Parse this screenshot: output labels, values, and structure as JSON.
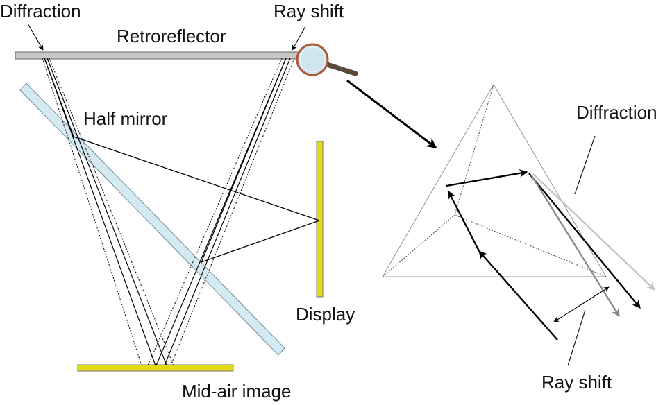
{
  "labels": {
    "diffraction_left": "Diffraction",
    "ray_shift_top": "Ray shift",
    "retroreflector": "Retroreflector",
    "half_mirror": "Half mirror",
    "display": "Display",
    "mid_air_image": "Mid-air image",
    "diffraction_right": "Diffraction",
    "ray_shift_bottom": "Ray shift"
  },
  "colors": {
    "retroreflector_fill": "#c8c8c8",
    "half_mirror_fill": "#d4e9f1",
    "display_fill": "#e3da1a",
    "magnifier_lens": "#cfe6ef",
    "magnifier_rim": "#a85a3a",
    "ray_black": "#000000",
    "ray_gray": "#8a8a8a",
    "ray_light_gray": "#c4c4c4",
    "prism_line": "#9a9a9a"
  },
  "icons": {
    "magnifier": "magnifier-icon"
  }
}
